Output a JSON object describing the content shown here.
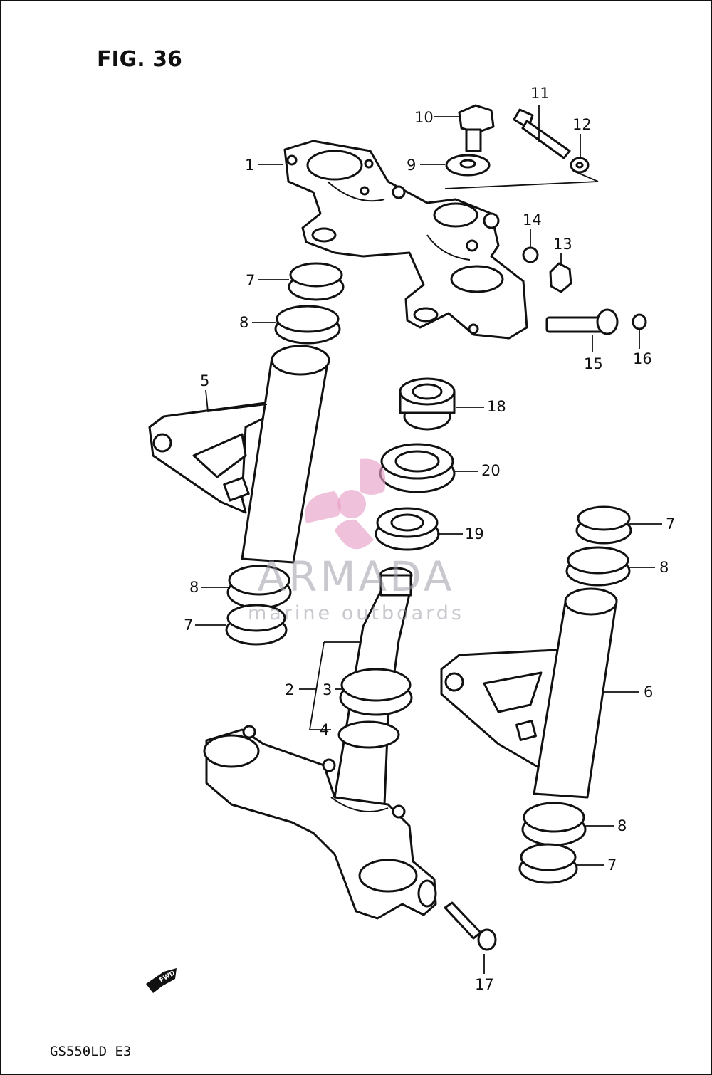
{
  "figure": {
    "title": "FIG. 36",
    "model_code": "GS550LD E3"
  },
  "watermark": {
    "brand": "ARMADA",
    "tagline": "marine outboards",
    "logo": "propeller-logo-icon",
    "logo_color": "#e8a0c8"
  },
  "fwd_arrow": "FWD",
  "callouts": {
    "c1": "1",
    "c2": "2",
    "c3": "3",
    "c4": "4",
    "c5": "5",
    "c6": "6",
    "c7a": "7",
    "c7b": "7",
    "c7c": "7",
    "c7d": "7",
    "c8a": "8",
    "c8b": "8",
    "c8c": "8",
    "c8d": "8",
    "c9": "9",
    "c10": "10",
    "c11": "11",
    "c12": "12",
    "c13": "13",
    "c14": "14",
    "c15": "15",
    "c16": "16",
    "c17": "17",
    "c18": "18",
    "c19": "19",
    "c20": "20"
  }
}
